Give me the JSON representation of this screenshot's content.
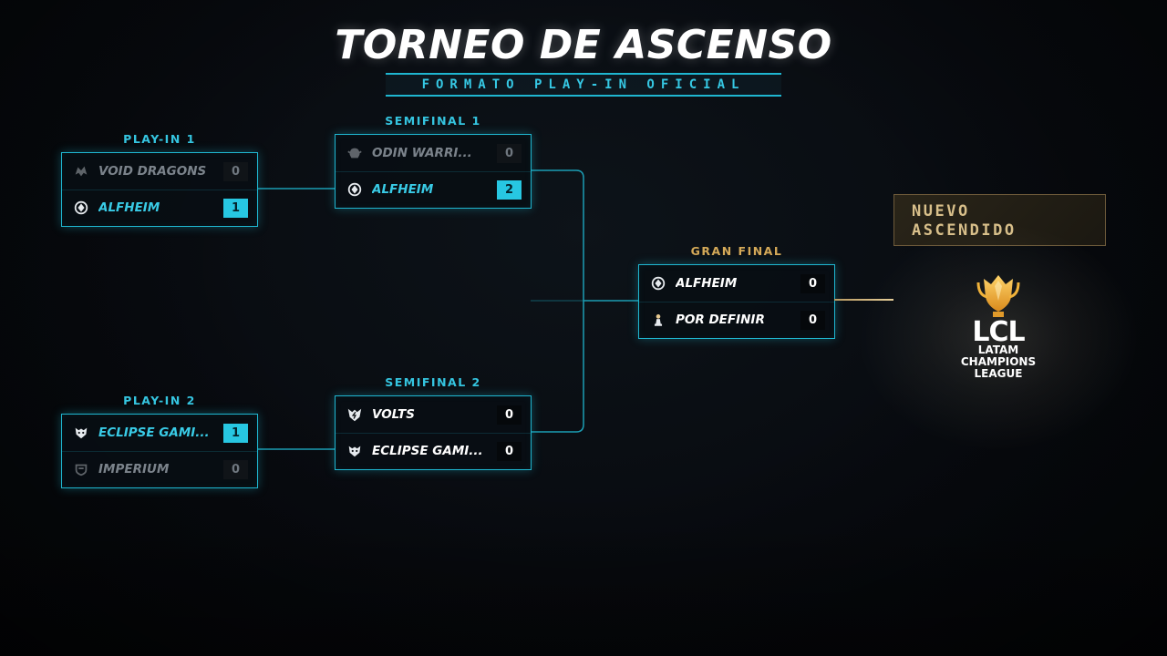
{
  "header": {
    "title": "TORNEO DE ASCENSO",
    "subtitle": "FORMATO PLAY-IN OFICIAL"
  },
  "rounds": {
    "playin1": {
      "label": "PLAY-IN 1",
      "teams": [
        {
          "name": "VOID DRAGONS",
          "score": "0",
          "state": "lose",
          "icon": "dragon-icon"
        },
        {
          "name": "ALFHEIM",
          "score": "1",
          "state": "win",
          "icon": "alfheim-crest-icon"
        }
      ]
    },
    "playin2": {
      "label": "PLAY-IN 2",
      "teams": [
        {
          "name": "ECLIPSE GAMI...",
          "score": "1",
          "state": "win",
          "icon": "eclipse-wolf-icon"
        },
        {
          "name": "IMPERIUM",
          "score": "0",
          "state": "lose",
          "icon": "imperium-crest-icon"
        }
      ]
    },
    "semi1": {
      "label": "SEMIFINAL 1",
      "teams": [
        {
          "name": "ODIN WARRI...",
          "score": "0",
          "state": "lose",
          "icon": "odin-helmet-icon"
        },
        {
          "name": "ALFHEIM",
          "score": "2",
          "state": "win",
          "icon": "alfheim-crest-icon"
        }
      ]
    },
    "semi2": {
      "label": "SEMIFINAL 2",
      "teams": [
        {
          "name": "VOLTS",
          "score": "0",
          "state": "neutral",
          "icon": "volts-wolf-icon"
        },
        {
          "name": "ECLIPSE GAMI...",
          "score": "0",
          "state": "neutral",
          "icon": "eclipse-wolf-icon"
        }
      ]
    },
    "final": {
      "label": "GRAN FINAL",
      "teams": [
        {
          "name": "ALFHEIM",
          "score": "0",
          "state": "neutral",
          "icon": "alfheim-crest-icon"
        },
        {
          "name": "POR DEFINIR",
          "score": "0",
          "state": "neutral",
          "icon": "chess-pawn-icon"
        }
      ]
    }
  },
  "promotion": {
    "text": "NUEVO\nASCENDIDO"
  },
  "league": {
    "abbr": "LCL",
    "line1": "LATAM",
    "line2": "CHAMPIONS",
    "line3": "LEAGUE",
    "icon": "trophy-icon"
  },
  "colors": {
    "accent": "#1fb6d0",
    "accent_text": "#36c8e4",
    "gold": "#d4a958",
    "background": "#080b10"
  }
}
